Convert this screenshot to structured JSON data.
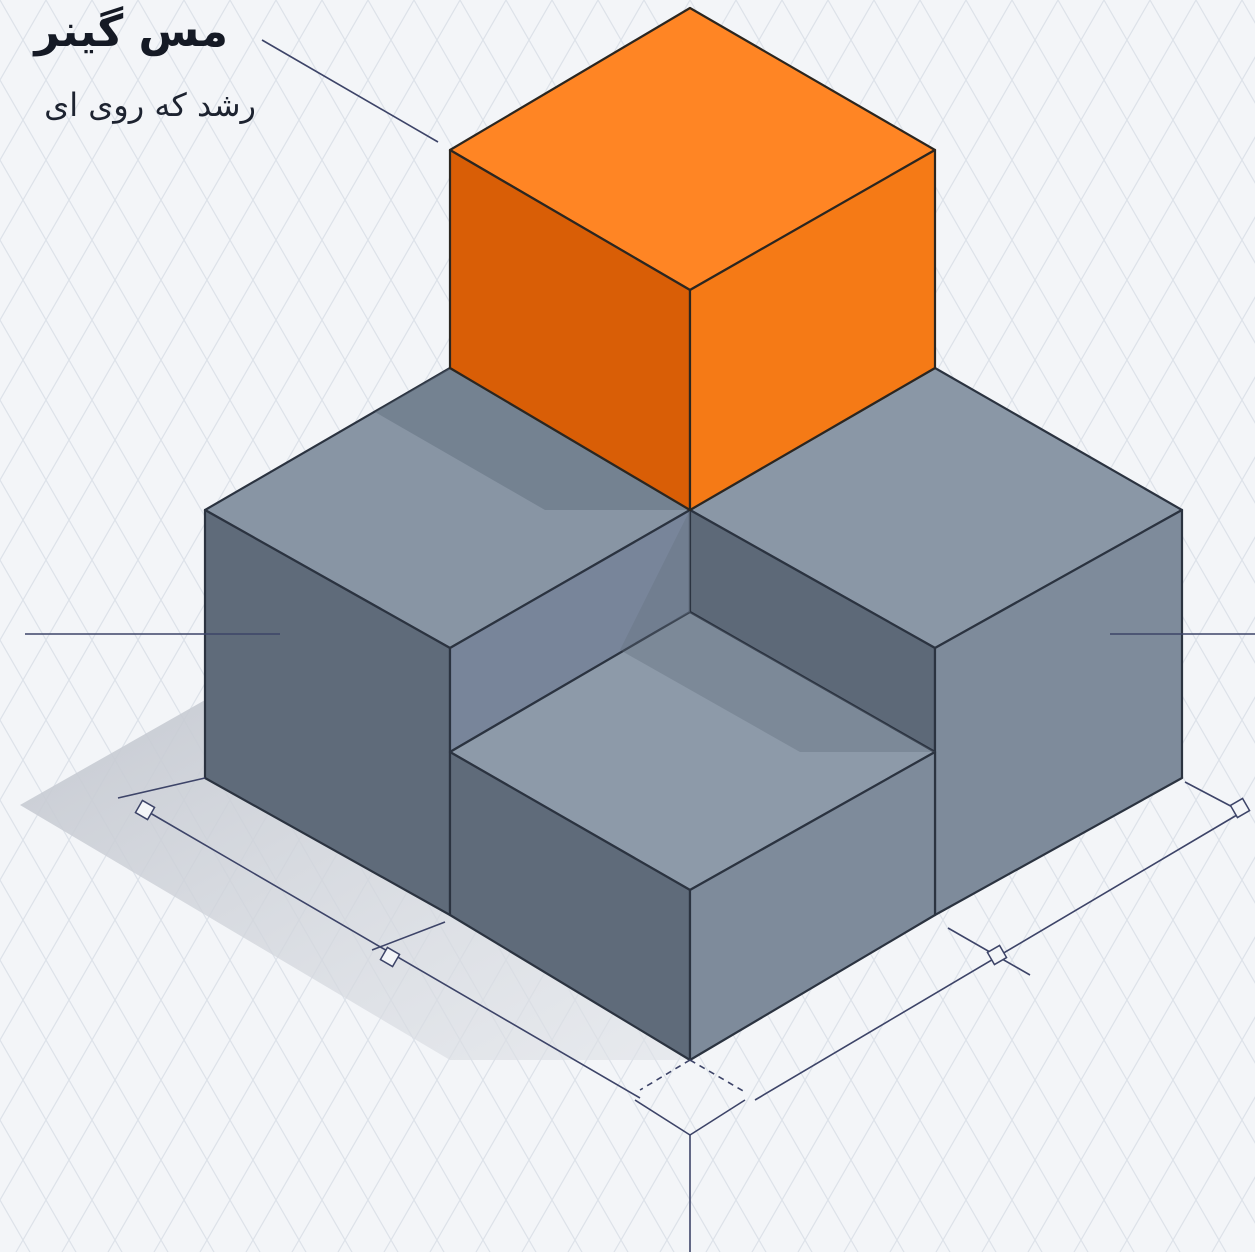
{
  "caption": {
    "title": "مس گینر",
    "subtitle": "رشد که روی ای"
  },
  "colors": {
    "background": "#f3f5f8",
    "grid": "#d9dee6",
    "accent_cube": "#f27a1a",
    "block": "#7b8898",
    "annotation_line": "#3d4468"
  },
  "icons": [
    "isometric-grid",
    "dimension-marker"
  ]
}
